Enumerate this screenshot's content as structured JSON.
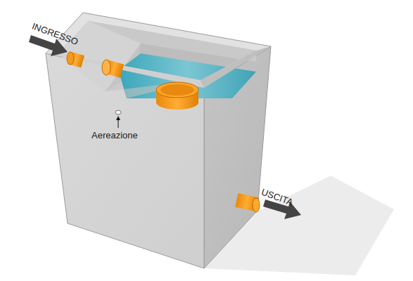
{
  "diagram": {
    "labels": [
      "INGRESSO",
      "Aereazione",
      "USCITA"
    ]
  }
}
